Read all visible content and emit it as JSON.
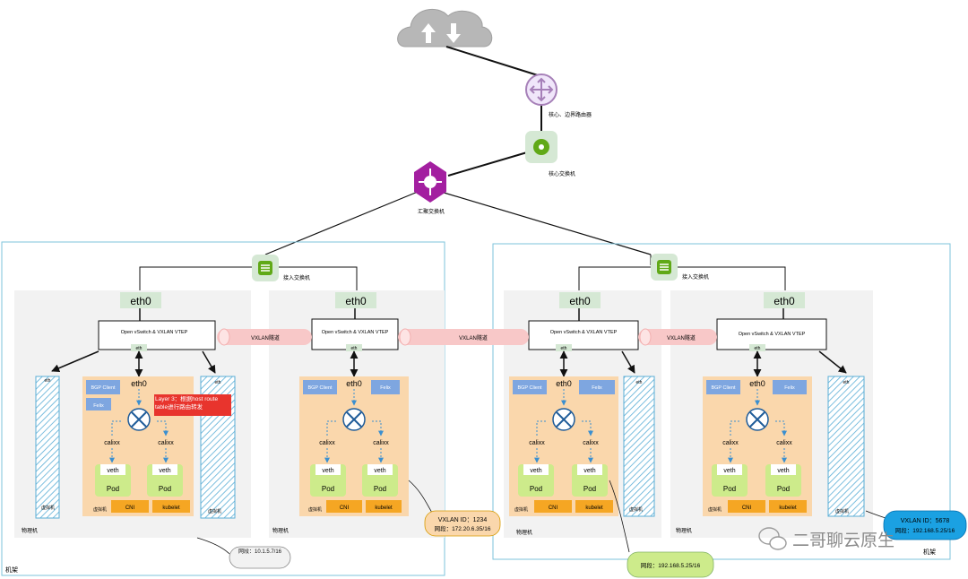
{
  "labels": {
    "core_router": "核心、边界路由器",
    "core_switch": "核心交换机",
    "agg_switch": "汇聚交换机",
    "access_switch": "接入交换机",
    "rack": "机架",
    "physical": "物理机",
    "vm": "虚拟机",
    "ovs": "Open vSwitch & VXLAN VTEP",
    "eth": "eth",
    "eth0": "eth0",
    "vxlan_tunnel": "VXLAN隧道",
    "bgp_client": "BGP Client",
    "felix": "Felix",
    "calixx": "calixx",
    "veth": "veth",
    "pod": "Pod",
    "cni": "CNI",
    "kubelet": "kubelet"
  },
  "annotations": {
    "layer3": "Layer 3：根据host route table进行路由转发",
    "segment_left": "网段：10.1.5.7/16",
    "vxlan1_id": "VXLAN ID：1234",
    "vxlan1_seg": "网段：172.20.6.35/16",
    "segment_right": "网段：192.168.5.25/16",
    "vxlan2_id": "VXLAN ID：5678",
    "vxlan2_seg": "网段：192.168.5.25/16"
  },
  "watermark": "二哥聊云原生",
  "colors": {
    "rack_border": "#7ec3db",
    "host_bg": "#f2f2f2",
    "eth0_bg": "#d5e8d4",
    "k8s_bg": "#fad7ac",
    "blue_box": "#7ea6e0",
    "pod_bg": "#cdeb8b",
    "orange": "#f5a623",
    "tunnel": "#f8c8c8",
    "router": "#a680b8",
    "agg": "#a31fa0"
  }
}
